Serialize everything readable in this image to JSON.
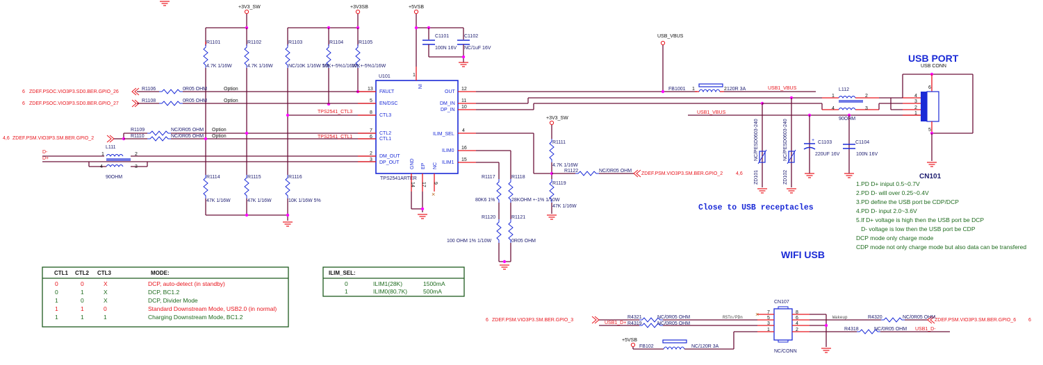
{
  "power_rails": {
    "v3v3_sw": "+3V3_SW",
    "v3v3sb": "+3V3SB",
    "v5vsb": "+5VSB",
    "usb_vbus": "USB_VBUS",
    "v3v3_sw_2": "+3V3_SW",
    "v5vsb_2": "+5VSB"
  },
  "resistors": [
    {
      "ref": "R1101",
      "value": "4.7K 1/16W"
    },
    {
      "ref": "R1102",
      "value": "4.7K 1/16W"
    },
    {
      "ref": "R1103",
      "value": "NC/10K 1/16W 5%"
    },
    {
      "ref": "R1104",
      "value": "10K+-5%1/16W"
    },
    {
      "ref": "R1105",
      "value": "10K+-5%1/16W"
    },
    {
      "ref": "R1106",
      "value": "0R05 OHM"
    },
    {
      "ref": "R1108",
      "value": "0R05 OHM"
    },
    {
      "ref": "R1109",
      "value": "NC/0R05 OHM"
    },
    {
      "ref": "R1110",
      "value": "NC/0R05 OHM"
    },
    {
      "ref": "R1114",
      "value": "47K 1/16W"
    },
    {
      "ref": "R1115",
      "value": "47K 1/16W"
    },
    {
      "ref": "R1116",
      "value": "10K 1/16W 5%"
    },
    {
      "ref": "R1117",
      "value": "80K6 1%"
    },
    {
      "ref": "R1118",
      "value": "28KOHM +-1% 1/10W"
    },
    {
      "ref": "R1120",
      "value": "100 OHM 1% 1/10W"
    },
    {
      "ref": "R1121",
      "value": "0R05 OHM"
    },
    {
      "ref": "R1111",
      "value": "4.7K 1/16W"
    },
    {
      "ref": "R1119",
      "value": "47K 1/16W"
    },
    {
      "ref": "R1122",
      "value": "NC/0R05 OHM"
    },
    {
      "ref": "R4321",
      "value": "NC/0R05 OHM"
    },
    {
      "ref": "R4319",
      "value": "NC/0R05 OHM"
    },
    {
      "ref": "R4320",
      "value": "NC/0R05 OHM"
    },
    {
      "ref": "R4318",
      "value": "NC/0R05 OHM"
    }
  ],
  "option_labels": {
    "opt1": "Option",
    "opt2": "Option",
    "opt3": "Option",
    "opt4": "Option"
  },
  "capacitors": [
    {
      "ref": "C1101",
      "value": "100N 16V"
    },
    {
      "ref": "C1102",
      "value": "NC/1uF 16V"
    },
    {
      "ref": "C1103",
      "value": "220UF 16V"
    },
    {
      "ref": "C1104",
      "value": "100N 16V"
    }
  ],
  "inductors": {
    "l111": {
      "ref": "L111",
      "value": "90OHM"
    },
    "l112": {
      "ref": "L112",
      "value": "90OHM"
    },
    "fb1001": {
      "ref": "FB1001",
      "value": "120R 3A"
    },
    "fb102": {
      "ref": "FB102",
      "value": "NC/120R 3A"
    }
  },
  "diodes": [
    {
      "ref": "ZD101",
      "value": "NC/PESD0603-240"
    },
    {
      "ref": "ZD102",
      "value": "NC/PESD0603-240"
    }
  ],
  "ic": {
    "ref": "U101",
    "part": "TPS2541ARTER",
    "pins_left": [
      {
        "name": "FAULT",
        "num": "13"
      },
      {
        "name": "EN/DSC",
        "num": "5"
      },
      {
        "name": "CTL3",
        "num": "8"
      },
      {
        "name": "CTL2",
        "num": "7"
      },
      {
        "name": "CTL1",
        "num": "6"
      },
      {
        "name": "DM_OUT",
        "num": "2"
      },
      {
        "name": "DP_OUT",
        "num": "3"
      }
    ],
    "pins_right": [
      {
        "name": "OUT",
        "num": "12"
      },
      {
        "name": "DM_IN",
        "num": "11"
      },
      {
        "name": "DP_IN",
        "num": "10"
      },
      {
        "name": "ILIM_SEL",
        "num": "4"
      },
      {
        "name": "ILIM0",
        "num": "16"
      },
      {
        "name": "ILIM1",
        "num": "15"
      }
    ],
    "pin_top": {
      "name": "IN",
      "num": "1"
    },
    "pins_bottom": [
      {
        "name": "GND",
        "num": "14"
      },
      {
        "name": "EP",
        "num": "17"
      },
      {
        "name": "NC",
        "num": "9"
      }
    ]
  },
  "nets": {
    "gpio26": "ZDEF.PSOC.VIO3P3.SD0.BER.GPIO_26",
    "gpio27": "ZDEF.PSOC.VIO3P3.SD0.BER.GPIO_27",
    "gpio2_left": "ZDEF.PSM.VIO3P3.SM.BER.GPIO_2",
    "gpio2_right": "ZDEF.PSM.VIO3P3.SM.BER.GPIO_2",
    "gpio3": "ZDEF.PSM.VIO3P3.SM.BER.GPIO_3",
    "gpio6": "ZDEF.PSM.VIO3P3.SM.BER.GPIO_6",
    "page6a": "6",
    "page6b": "6",
    "page46a": "4,6",
    "page46b": "4,6",
    "page6c": "6",
    "page6d": "6",
    "ctl3": "TPS2541_CTL3",
    "ctl1": "TPS2541_CTL1",
    "d_minus": "D-",
    "d_plus": "D+",
    "usb1_vbus_a": "USB1_VBUS",
    "usb1_vbus_b": "USB1_VBUS",
    "usb1_dp": "USB1_D+",
    "usb1_dm": "USB1_D-",
    "rstn": "RSTn/PDn",
    "wakeup": "Wakeup"
  },
  "usb_port": {
    "title": "USB PORT",
    "subtitle": "USB CONN",
    "ref": "CN101",
    "pins": [
      "1",
      "2",
      "3",
      "4",
      "5",
      "6"
    ]
  },
  "wifi_usb": {
    "title": "WIFI USB",
    "ref": "CN107",
    "value": "NC/CONN",
    "pins_left": [
      "7",
      "5",
      "3",
      "1"
    ],
    "pins_right": [
      "8",
      "6",
      "4",
      "2"
    ]
  },
  "close_note": "Close to USB receptacles",
  "notes": [
    "1.PD D+ iniput 0.5~0.7V",
    "2.PD D- will over 0.25~0.4V",
    "3.PD define the USB port be CDP/DCP",
    "4.PD D- input 2.0~3.6V",
    "5.If D+ voltage is high then the USB port be DCP",
    "   D- voltage is low then the USB port be CDP",
    "DCP mode only charge mode",
    "CDP mode not only charge mode but also data can be transfered"
  ],
  "mode_table": {
    "headers": [
      "CTL1",
      "CTL2",
      "CTL3",
      "MODE:"
    ],
    "rows": [
      {
        "ctl1": "0",
        "ctl2": "0",
        "ctl3": "X",
        "mode": "DCP, auto-detect (in standby)",
        "highlight": true
      },
      {
        "ctl1": "0",
        "ctl2": "1",
        "ctl3": "X",
        "mode": "DCP, BC1.2",
        "highlight": false
      },
      {
        "ctl1": "1",
        "ctl2": "0",
        "ctl3": "X",
        "mode": "DCP, Divider Mode",
        "highlight": false
      },
      {
        "ctl1": "1",
        "ctl2": "1",
        "ctl3": "0",
        "mode": "Standard Downstream Mode, USB2.0 (in normal)",
        "highlight": true
      },
      {
        "ctl1": "1",
        "ctl2": "1",
        "ctl3": "1",
        "mode": "Charging Downstream Mode, BC1.2",
        "highlight": false
      }
    ]
  },
  "ilim_table": {
    "header": "ILIM_SEL:",
    "rows": [
      {
        "sel": "0",
        "ilim": "ILIM1(28K)",
        "current": "1500mA"
      },
      {
        "sel": "1",
        "ilim": "ILIM0(80.7K)",
        "current": "500mA"
      }
    ]
  },
  "colors": {
    "wire": "#6b1038",
    "pin": "#e8141c",
    "component": "#1a2ad6",
    "junction": "#ff00ff",
    "net_label": "#e8141c",
    "note_text": "#1e6b1e"
  }
}
